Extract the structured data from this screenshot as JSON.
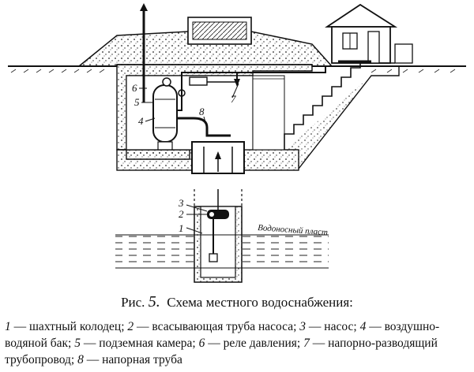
{
  "figure": {
    "caption_prefix": "Рис.",
    "caption_number": "5.",
    "caption_title": "Схема местного водоснабжения:",
    "layer_label": "Водоносный пласт",
    "callouts": [
      "1",
      "2",
      "3",
      "4",
      "5",
      "6",
      "7",
      "8"
    ],
    "legend": [
      {
        "num": "1",
        "text": " — шахтный колодец; "
      },
      {
        "num": "2",
        "text": " — всасывающая труба насоса; "
      },
      {
        "num": "3",
        "text": " — насос; "
      },
      {
        "num": "4",
        "text": " — воздушно-водяной бак; "
      },
      {
        "num": "5",
        "text": " — подземная камера; "
      },
      {
        "num": "6",
        "text": " — реле давления; "
      },
      {
        "num": "7",
        "text": " — напорно-разводящий трубопровод; "
      },
      {
        "num": "8",
        "text": " — напорная труба"
      }
    ]
  }
}
